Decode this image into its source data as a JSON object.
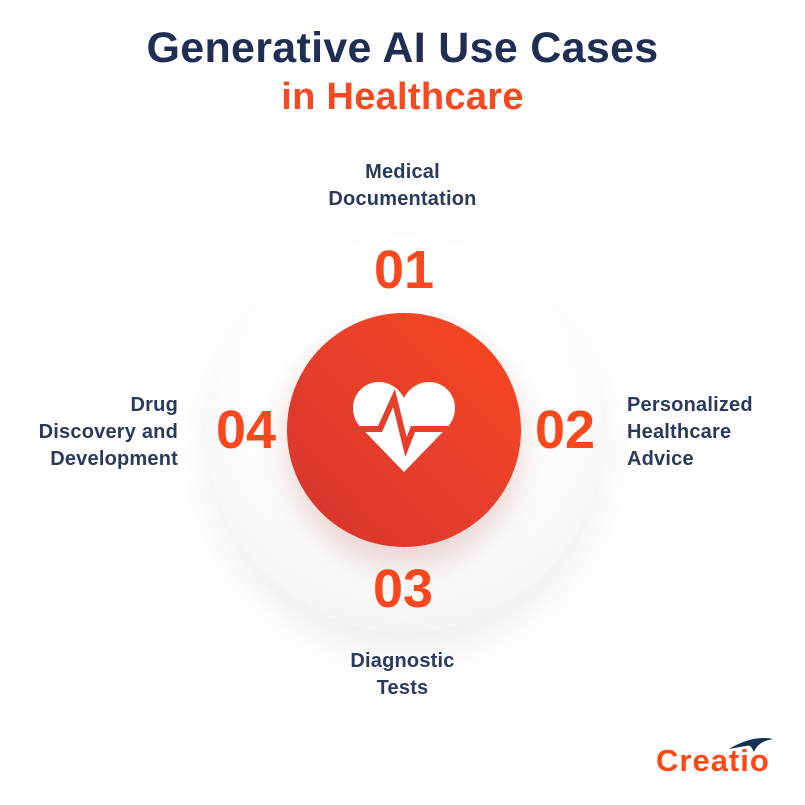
{
  "title": {
    "line1": "Generative AI Use Cases",
    "line2": "in Healthcare"
  },
  "items": [
    {
      "number": "01",
      "label": "Medical\nDocumentation",
      "position": "top"
    },
    {
      "number": "02",
      "label": "Personalized\nHealthcare\nAdvice",
      "position": "right"
    },
    {
      "number": "03",
      "label": "Diagnostic\nTests",
      "position": "bottom"
    },
    {
      "number": "04",
      "label": "Drug\nDiscovery and\nDevelopment",
      "position": "left"
    }
  ],
  "center": {
    "icon": "heart-pulse-icon"
  },
  "colors": {
    "title_navy": "#1F2E52",
    "label_navy": "#2B3A5C",
    "accent_orange": "#F9471E",
    "circle_gradient_start": "#D5332E",
    "circle_gradient_end": "#F9481E",
    "ring_edge_gray": "#E9E9E9",
    "logo_orange": "#FF4718",
    "logo_swoosh_navy": "#133150"
  },
  "footer": {
    "brand": "Creatio"
  }
}
